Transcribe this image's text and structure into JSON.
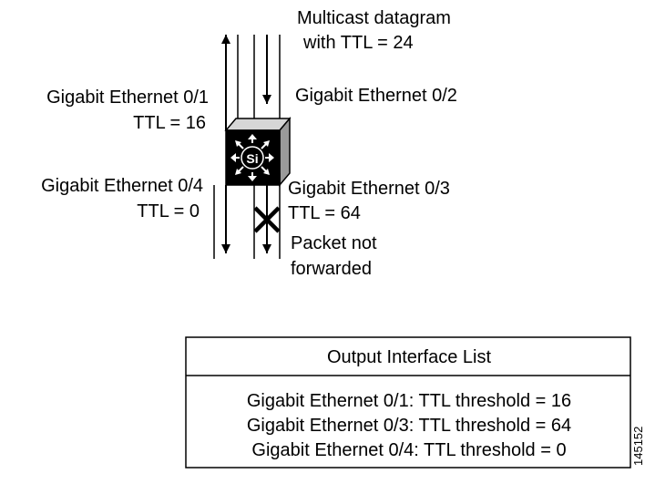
{
  "diagram": {
    "incoming_label": [
      "Multicast datagram",
      "with TTL = 24"
    ],
    "switch_label": "Si",
    "interfaces": {
      "gi01": {
        "name": "Gigabit Ethernet 0/1",
        "ttl": "TTL = 16"
      },
      "gi02": {
        "name": "Gigabit Ethernet 0/2"
      },
      "gi03": {
        "name": "Gigabit Ethernet 0/3",
        "ttl": "TTL = 64"
      },
      "gi04": {
        "name": "Gigabit Ethernet 0/4",
        "ttl": "TTL = 0"
      }
    },
    "drop_note": [
      "Packet not",
      "forwarded"
    ]
  },
  "output_interface_list": {
    "title": "Output Interface List",
    "entries": [
      "Gigabit Ethernet 0/1: TTL threshold = 16",
      "Gigabit Ethernet 0/3: TTL threshold = 64",
      "Gigabit Ethernet 0/4: TTL threshold = 0"
    ]
  },
  "figure_id": "145152"
}
